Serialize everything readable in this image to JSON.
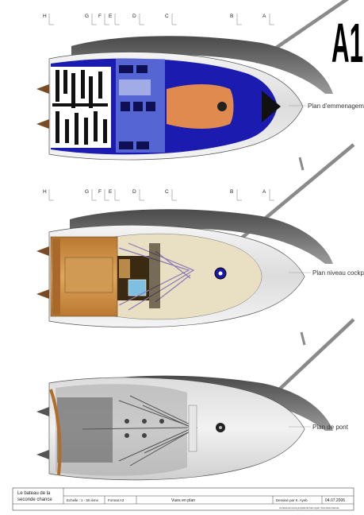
{
  "sheet_number": "A1",
  "section_markers_top": [
    "H",
    "G",
    "F",
    "E",
    "D",
    "C",
    "B",
    "A"
  ],
  "section_markers_middle": [
    "H",
    "G",
    "F",
    "E",
    "D",
    "C",
    "B",
    "A"
  ],
  "views": [
    {
      "label": "Plan d'emmenagement"
    },
    {
      "label": "Plan niveau cockpit"
    },
    {
      "label": "Plan de pont"
    }
  ],
  "title_block": {
    "project_line1": "Le bateau de la",
    "project_line2": "seconde chance",
    "scale": "Echelle : 1 - 50 ième",
    "format": "Format A3",
    "view_title": "Vues en plan",
    "author": "Dessiné par K. Ayeb",
    "date": "04.07.2006",
    "copyright": "Ce document est la propriété de Karim Ayeb. Tous droits réservés"
  },
  "colors": {
    "hull_shadow": "#6b6b6b",
    "interior_blue": "#1a1aa8",
    "cabin_floor": "#e08a50",
    "wood": "#c98a3a",
    "deck_cream": "#e9dfc2"
  }
}
